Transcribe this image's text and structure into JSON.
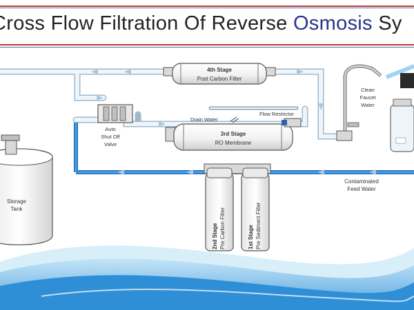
{
  "title": {
    "main": "Cross Flow Filtration Of Reverse ",
    "accent": "Osmosis",
    "tail": " Sy"
  },
  "colors": {
    "pipe_clean": "#dfeef8",
    "pipe_feed": "#2f86d1",
    "accent_title": "#27338c",
    "rule_red": "#c0392b",
    "rule_blue": "#5b6fae",
    "wave": "#2f8fd6"
  },
  "labels": {
    "stage4_title": "4th Stage",
    "stage4_sub": "Post Carbon Filter",
    "stage3_title": "3rd Stage",
    "stage3_sub": "RO Membrane",
    "stage2_title": "2nd Stage",
    "stage2_sub": "Pre Carbon Filter",
    "stage1_title": "1st Stage",
    "stage1_sub": "Pre Sediment Filter",
    "valve_1": "Auto",
    "valve_2": "Shut Off",
    "valve_3": "Valve",
    "drain": "Drain Water",
    "flow_restrictor": "Flow Restrictor",
    "faucet_1": "Clean",
    "faucet_2": "Faucet",
    "faucet_3": "Water",
    "tank_1": "Storage",
    "tank_2": "Tank",
    "feed_1": "Contaminated",
    "feed_2": "Feed Water"
  }
}
